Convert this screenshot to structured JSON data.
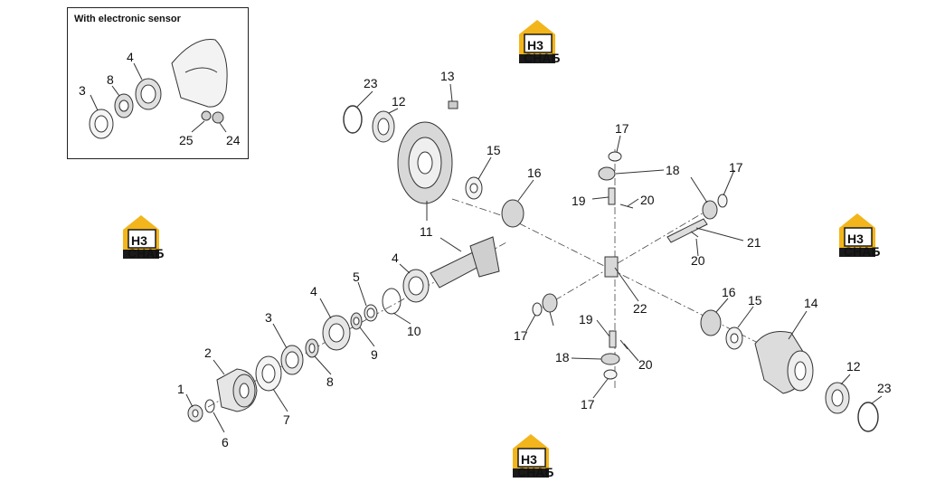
{
  "inset": {
    "title": "With electronic sensor"
  },
  "callouts": {
    "inset_3": "3",
    "inset_8": "8",
    "inset_4": "4",
    "inset_25": "25",
    "inset_24": "24",
    "p1": "1",
    "p2": "2",
    "p3": "3",
    "p4a": "4",
    "p4b": "4",
    "p5": "5",
    "p6": "6",
    "p7": "7",
    "p8": "8",
    "p9": "9",
    "p10": "10",
    "p11": "11",
    "p12a": "12",
    "p12b": "12",
    "p13": "13",
    "p14": "14",
    "p15a": "15",
    "p15b": "15",
    "p16a": "16",
    "p16b": "16",
    "p17a": "17",
    "p17b": "17",
    "p17c": "17",
    "p17d": "17",
    "p18a": "18",
    "p18b": "18",
    "p19a": "19",
    "p19b": "19",
    "p20a": "20",
    "p20b": "20",
    "p20c": "20",
    "p21": "21",
    "p22": "22",
    "p23a": "23",
    "p23b": "23"
  },
  "watermark": {
    "mark": "H3",
    "caption": "СНАБ"
  },
  "colors": {
    "logo_yellow": "#f2b51c",
    "logo_black": "#1a1a1a",
    "line": "#333333",
    "part_fill": "#e6e6e6"
  }
}
